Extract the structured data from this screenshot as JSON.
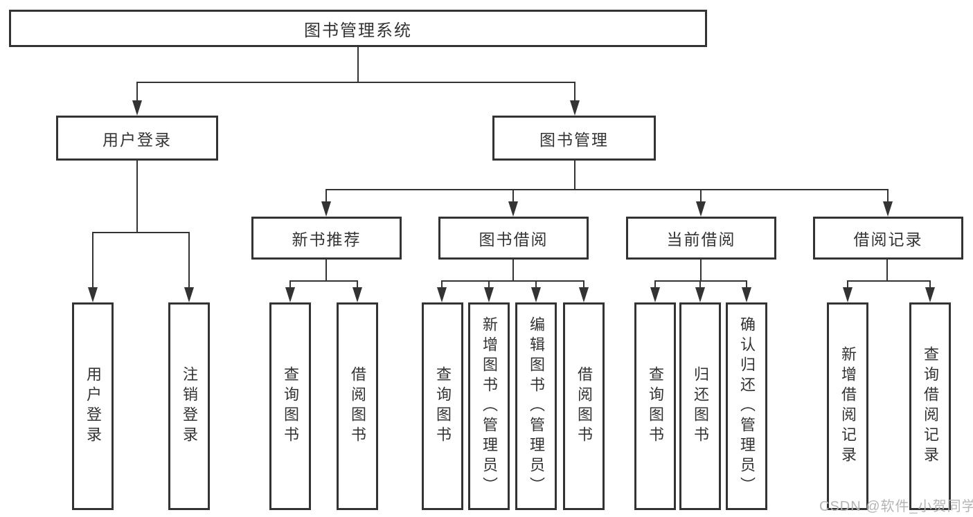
{
  "diagram": {
    "title": "图书管理系统",
    "watermark": "CSDN @软件_小贺同学",
    "colors": {
      "line": "#333333",
      "background": "#ffffff",
      "watermark": "#b5b5b5"
    },
    "nodes": {
      "root": {
        "label": "图书管理系统"
      },
      "user_login": {
        "label": "用户登录"
      },
      "book_mgmt": {
        "label": "图书管理"
      },
      "new_book_rec": {
        "label": "新书推荐"
      },
      "book_borrow": {
        "label": "图书借阅"
      },
      "current_borrow": {
        "label": "当前借阅"
      },
      "borrow_record": {
        "label": "借阅记录"
      },
      "leaf_user_login": {
        "label": "用户登录"
      },
      "leaf_logout": {
        "label": "注销登录"
      },
      "leaf_query_book_1": {
        "label": "查询图书"
      },
      "leaf_borrow_book_1": {
        "label": "借阅图书"
      },
      "leaf_query_book_2": {
        "label": "查询图书"
      },
      "leaf_add_book": {
        "label": "新增图书（管理员）"
      },
      "leaf_edit_book": {
        "label": "编辑图书（管理员）"
      },
      "leaf_borrow_book_2": {
        "label": "借阅图书"
      },
      "leaf_query_book_3": {
        "label": "查询图书"
      },
      "leaf_return_book": {
        "label": "归还图书"
      },
      "leaf_confirm_return": {
        "label": "确认归还（管理员）"
      },
      "leaf_add_record": {
        "label": "新增借阅记录"
      },
      "leaf_query_record": {
        "label": "查询借阅记录"
      }
    },
    "hierarchy": [
      {
        "parent": "图书管理系统",
        "children": [
          "用户登录",
          "图书管理"
        ]
      },
      {
        "parent": "用户登录",
        "children": [
          "用户登录",
          "注销登录"
        ]
      },
      {
        "parent": "图书管理",
        "children": [
          "新书推荐",
          "图书借阅",
          "当前借阅",
          "借阅记录"
        ]
      },
      {
        "parent": "新书推荐",
        "children": [
          "查询图书",
          "借阅图书"
        ]
      },
      {
        "parent": "图书借阅",
        "children": [
          "查询图书",
          "新增图书（管理员）",
          "编辑图书（管理员）",
          "借阅图书"
        ]
      },
      {
        "parent": "当前借阅",
        "children": [
          "查询图书",
          "归还图书",
          "确认归还（管理员）"
        ]
      },
      {
        "parent": "借阅记录",
        "children": [
          "新增借阅记录",
          "查询借阅记录"
        ]
      }
    ]
  }
}
